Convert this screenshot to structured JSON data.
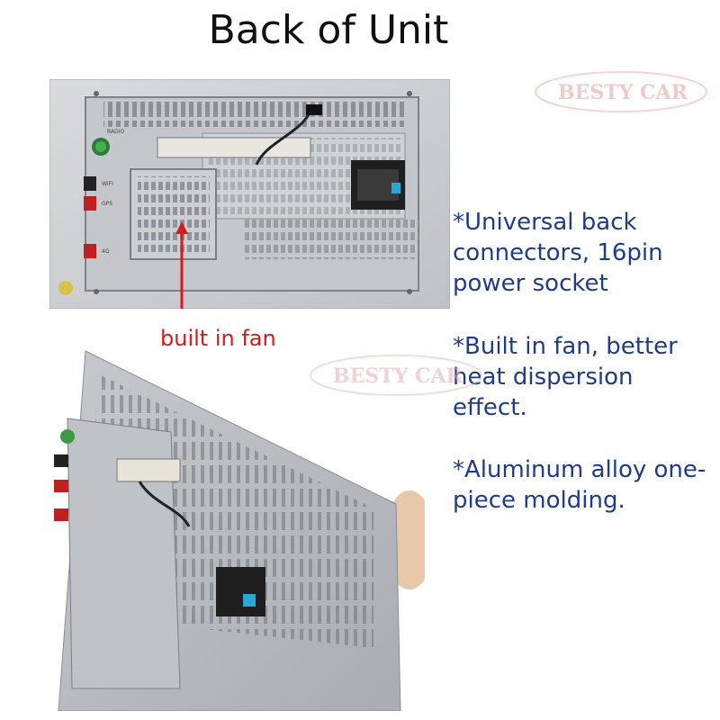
{
  "title": "Back of Unit",
  "fan_label": "built in fan",
  "features": [
    "*Universal back connectors, 16pin power socket",
    "*Built in fan, better heat dispersion effect.",
    "*Aluminum alloy one-piece molding."
  ],
  "unit_labels": {
    "radio": "RADIO",
    "wifi": "WIFI",
    "gps": "GPS",
    "g4": "4G"
  },
  "watermark": "BESTY CAR",
  "colors": {
    "feature_text": "#1f3c8a",
    "label_red": "#d71a1a",
    "chassis": "#c9ccd0"
  }
}
